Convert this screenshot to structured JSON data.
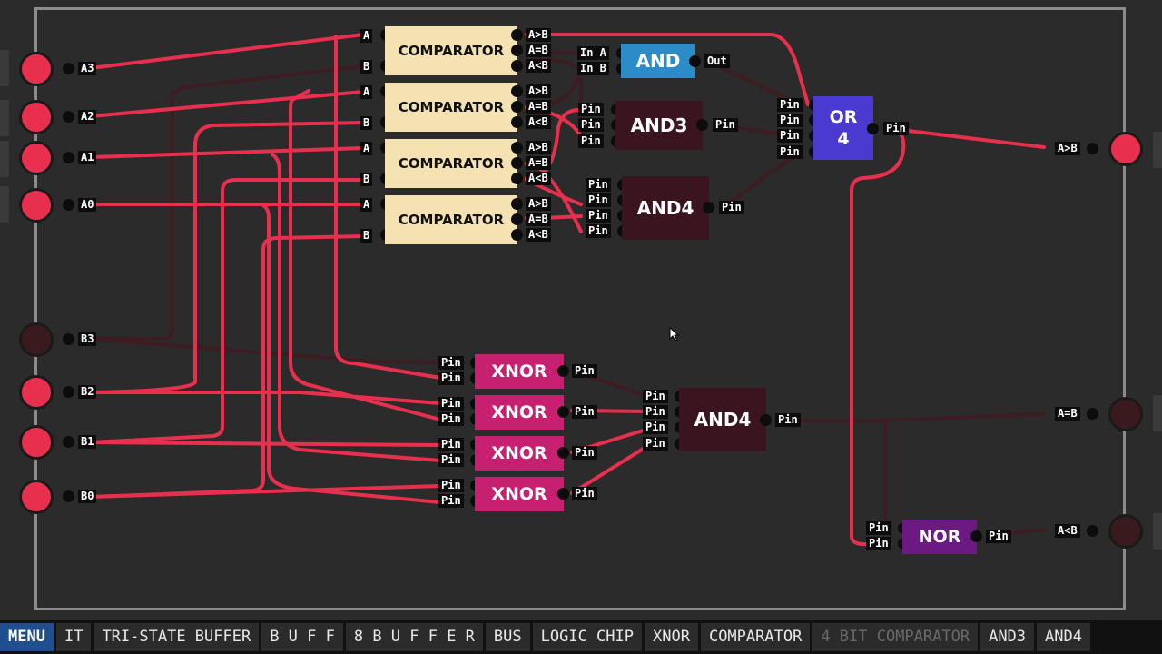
{
  "inputs": [
    {
      "label": "A3",
      "state": "on"
    },
    {
      "label": "A2",
      "state": "on"
    },
    {
      "label": "A1",
      "state": "on"
    },
    {
      "label": "A0",
      "state": "on"
    },
    {
      "label": "B3",
      "state": "off"
    },
    {
      "label": "B2",
      "state": "on"
    },
    {
      "label": "B1",
      "state": "on"
    },
    {
      "label": "B0",
      "state": "on"
    }
  ],
  "outputs": [
    {
      "label": "A>B",
      "state": "on"
    },
    {
      "label": "A=B",
      "state": "off"
    },
    {
      "label": "A<B",
      "state": "off"
    }
  ],
  "comparators": [
    {
      "name": "COMPARATOR",
      "in_a": "A",
      "in_b": "B",
      "out_gt": "A>B",
      "out_eq": "A=B",
      "out_lt": "A<B"
    },
    {
      "name": "COMPARATOR",
      "in_a": "A",
      "in_b": "B",
      "out_gt": "A>B",
      "out_eq": "A=B",
      "out_lt": "A<B"
    },
    {
      "name": "COMPARATOR",
      "in_a": "A",
      "in_b": "B",
      "out_gt": "A>B",
      "out_eq": "A=B",
      "out_lt": "A<B"
    },
    {
      "name": "COMPARATOR",
      "in_a": "A",
      "in_b": "B",
      "out_gt": "A>B",
      "out_eq": "A=B",
      "out_lt": "A<B"
    }
  ],
  "and_gate": {
    "name": "AND",
    "in_a": "In A",
    "in_b": "In B",
    "out": "Out"
  },
  "and3": {
    "name": "AND3",
    "pin": "Pin"
  },
  "and4_top": {
    "name": "AND4",
    "pin": "Pin"
  },
  "or4": {
    "name_line1": "OR",
    "name_line2": "4",
    "pin": "Pin"
  },
  "xnor_gates": [
    {
      "name": "XNOR",
      "pin": "Pin"
    },
    {
      "name": "XNOR",
      "pin": "Pin"
    },
    {
      "name": "XNOR",
      "pin": "Pin"
    },
    {
      "name": "XNOR",
      "pin": "Pin"
    }
  ],
  "and4_bottom": {
    "name": "AND4",
    "pin": "Pin"
  },
  "nor": {
    "name": "NOR",
    "pin": "Pin"
  },
  "bottom_bar": [
    {
      "label": "MENU",
      "style": "menu"
    },
    {
      "label": "IT",
      "style": ""
    },
    {
      "label": "TRI-STATE BUFFER",
      "style": ""
    },
    {
      "label": "B U F F",
      "style": ""
    },
    {
      "label": "8 B U F F E R",
      "style": ""
    },
    {
      "label": "BUS",
      "style": ""
    },
    {
      "label": "LOGIC CHIP",
      "style": ""
    },
    {
      "label": "XNOR",
      "style": ""
    },
    {
      "label": "COMPARATOR",
      "style": ""
    },
    {
      "label": "4 BIT COMPARATOR",
      "style": "dim"
    },
    {
      "label": "AND3",
      "style": ""
    },
    {
      "label": "AND4",
      "style": ""
    }
  ],
  "colors": {
    "wire_on": "#e8304e",
    "wire_off": "#3d1c22",
    "background": "#2b2b2b"
  }
}
